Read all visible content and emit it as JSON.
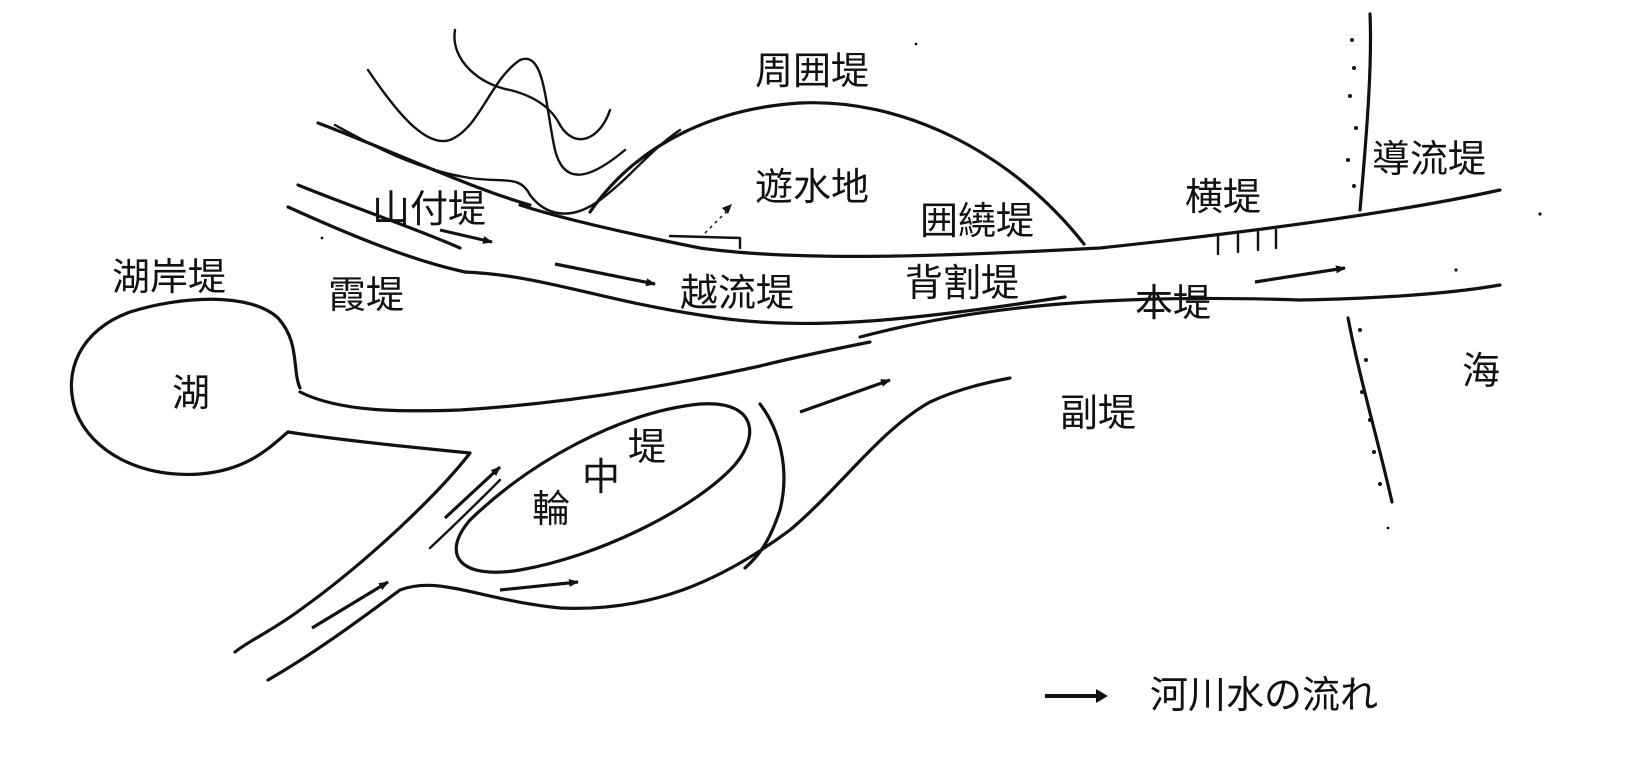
{
  "labels": {
    "shuui_tei": "周囲堤",
    "yusuichi": "遊水地",
    "yamatsuki_tei": "山付堤",
    "kaijo_tei": "囲繞堤",
    "yoko_tei": "横堤",
    "doryu_tei": "導流堤",
    "koshigan_tei": "湖岸堤",
    "kasumi_tei": "霞堤",
    "etsuryu_tei": "越流堤",
    "sewari_tei": "背割堤",
    "hon_tei": "本堤",
    "umi": "海",
    "mizuumi": "湖",
    "fuku_tei": "副堤",
    "wa": "輪",
    "chu": "中",
    "tei": "堤"
  },
  "legend": {
    "text": "河川水の流れ"
  },
  "colors": {
    "ink": "#111111",
    "background": "#ffffff"
  }
}
